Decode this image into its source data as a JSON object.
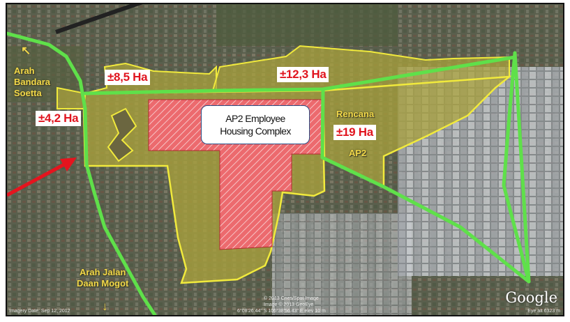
{
  "area_labels": {
    "north_west": "±8,5 Ha",
    "north_east": "±12,3 Ha",
    "west": "±4,2 Ha",
    "east": "±19 Ha"
  },
  "callout": {
    "line1": "AP2 Employee",
    "line2": "Housing Complex"
  },
  "map_text": {
    "arah_bandara_line1": "Arah",
    "arah_bandara_line2": "Bandara",
    "arah_bandara_line3": "Soetta",
    "rencana_line1": "Rencana",
    "rencana_line2": "AP2",
    "arah_jalan_line1": "Arah Jalan",
    "arah_jalan_line2": "Daan Mogot"
  },
  "footer": {
    "imagery_date": "Imagery Date: Sep 12, 2012",
    "copyright_1": "© 2013 Cnes/Spot Image",
    "copyright_2": "Image © 2013 GeoEye",
    "coords": "6°08'26.44\" S  106°38'56.43\" E  elev 10 m",
    "eye_alt": "Eye alt  6323 m"
  },
  "brand": "Google",
  "icons": {
    "pointer": "red-arrow-icon",
    "north": "arrow-up-left-icon",
    "south": "arrow-down-icon"
  },
  "colors": {
    "boundary_yellow": "#f1ea3c",
    "road_green": "#5fe04a",
    "housing_red": "#e5474e",
    "label_red": "#e0141e",
    "callout_border": "#2a4f86"
  }
}
